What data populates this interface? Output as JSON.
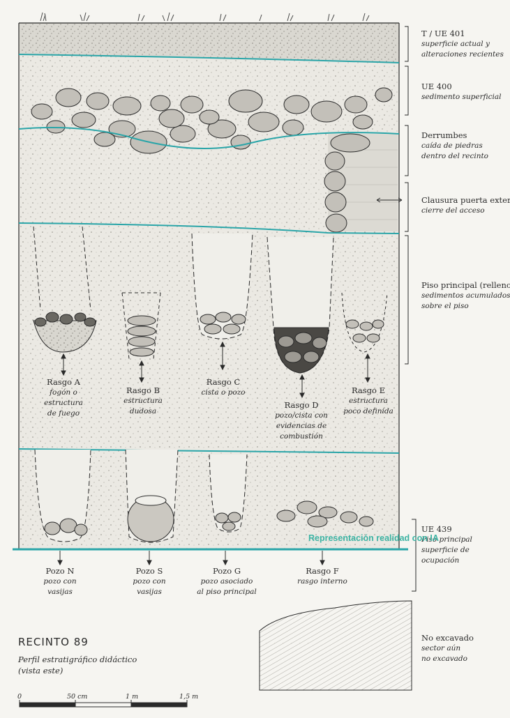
{
  "layers": [
    {
      "code": "T / UE 401",
      "desc": [
        "superficie actual y",
        "alteraciones recientes"
      ]
    },
    {
      "code": "UE 400",
      "desc": [
        "sedimento superficial"
      ]
    },
    {
      "code": "Derrumbes",
      "desc": [
        "caída de piedras",
        "dentro del recinto"
      ]
    },
    {
      "code": "Clausura puerta exterior",
      "desc": [
        "cierre del acceso"
      ]
    },
    {
      "code": "Piso principal (relleno)",
      "desc": [
        "sedimentos acumulados",
        "sobre el piso"
      ]
    },
    {
      "code": "UE 439",
      "desc": [
        "Piso principal",
        "superficie de",
        "ocupación"
      ]
    },
    {
      "code": "No excavado",
      "desc": [
        "sector aún",
        "no excavado"
      ]
    }
  ],
  "features": [
    {
      "name": "Rasgo A",
      "desc": [
        "fogón o",
        "estructura",
        "de fuego"
      ]
    },
    {
      "name": "Rasgo B",
      "desc": [
        "estructura",
        "dudosa"
      ]
    },
    {
      "name": "Rasgo C",
      "desc": [
        "cista o pozo"
      ]
    },
    {
      "name": "Rasgo D",
      "desc": [
        "pozo/cista con",
        "evidencias de",
        "combustión"
      ]
    },
    {
      "name": "Rasgo E",
      "desc": [
        "estructura",
        "poco definida"
      ]
    }
  ],
  "pits": [
    {
      "name": "Pozo N",
      "desc": [
        "pozo con",
        "vasijas"
      ]
    },
    {
      "name": "Pozo S",
      "desc": [
        "pozo con",
        "vasijas"
      ]
    },
    {
      "name": "Pozo G",
      "desc": [
        "pozo asociado",
        "al piso principal"
      ]
    },
    {
      "name": "Rasgo F",
      "desc": [
        "rasgo interno"
      ]
    }
  ],
  "title": "RECINTO 89",
  "subtitle": [
    "Perfil estratigráfico didáctico",
    "(vista este)"
  ],
  "scale": [
    "0",
    "50 cm",
    "1 m",
    "1,5 m"
  ],
  "watermark": "Representación realidad con IA",
  "colors": {
    "boundary": "#2aa5a8",
    "ink": "#2a2a2a",
    "paper": "#f6f5f1",
    "sediment": "#e9e7e1",
    "stone": "#bdbab3"
  }
}
